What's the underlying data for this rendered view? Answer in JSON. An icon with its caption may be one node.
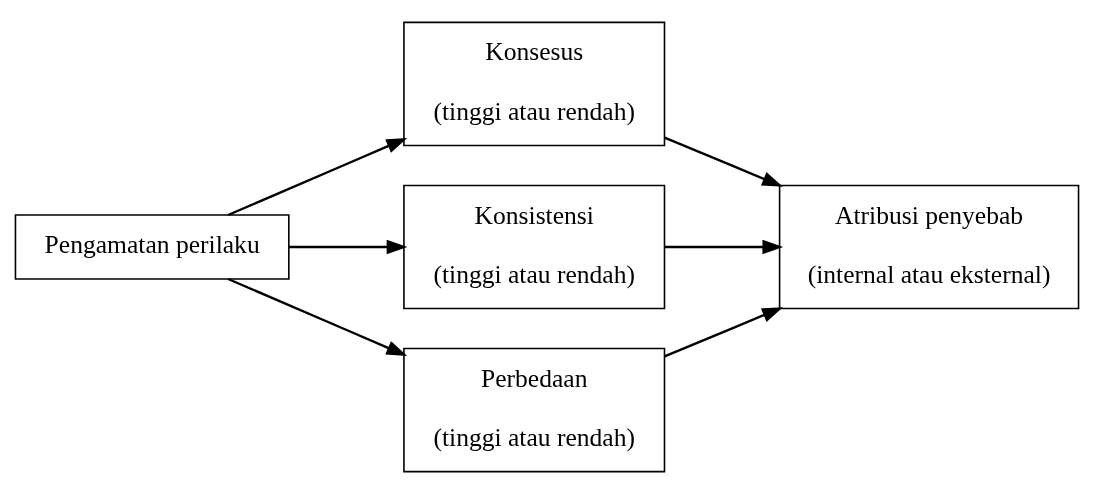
{
  "diagram": {
    "nodes": [
      {
        "text": [
          "Pengamatan perilaku"
        ]
      },
      {
        "text": [
          "Konsesus",
          "(tinggi atau rendah)"
        ]
      },
      {
        "text": [
          "Konsistensi",
          "(tinggi atau rendah)"
        ]
      },
      {
        "text": [
          "Perbedaan",
          "(tinggi atau rendah)"
        ]
      },
      {
        "text": [
          "Atribusi penyebab",
          "(internal atau eksternal)"
        ]
      }
    ],
    "edges": [
      {
        "from": 0,
        "to": 1,
        "arrow": "to"
      },
      {
        "from": 0,
        "to": 2,
        "arrow": "to"
      },
      {
        "from": 0,
        "to": 3,
        "arrow": "to"
      },
      {
        "from": 1,
        "to": 4,
        "arrow": "to"
      },
      {
        "from": 2,
        "to": 4,
        "arrow": "to"
      },
      {
        "from": 3,
        "to": 4,
        "arrow": "to"
      }
    ]
  }
}
